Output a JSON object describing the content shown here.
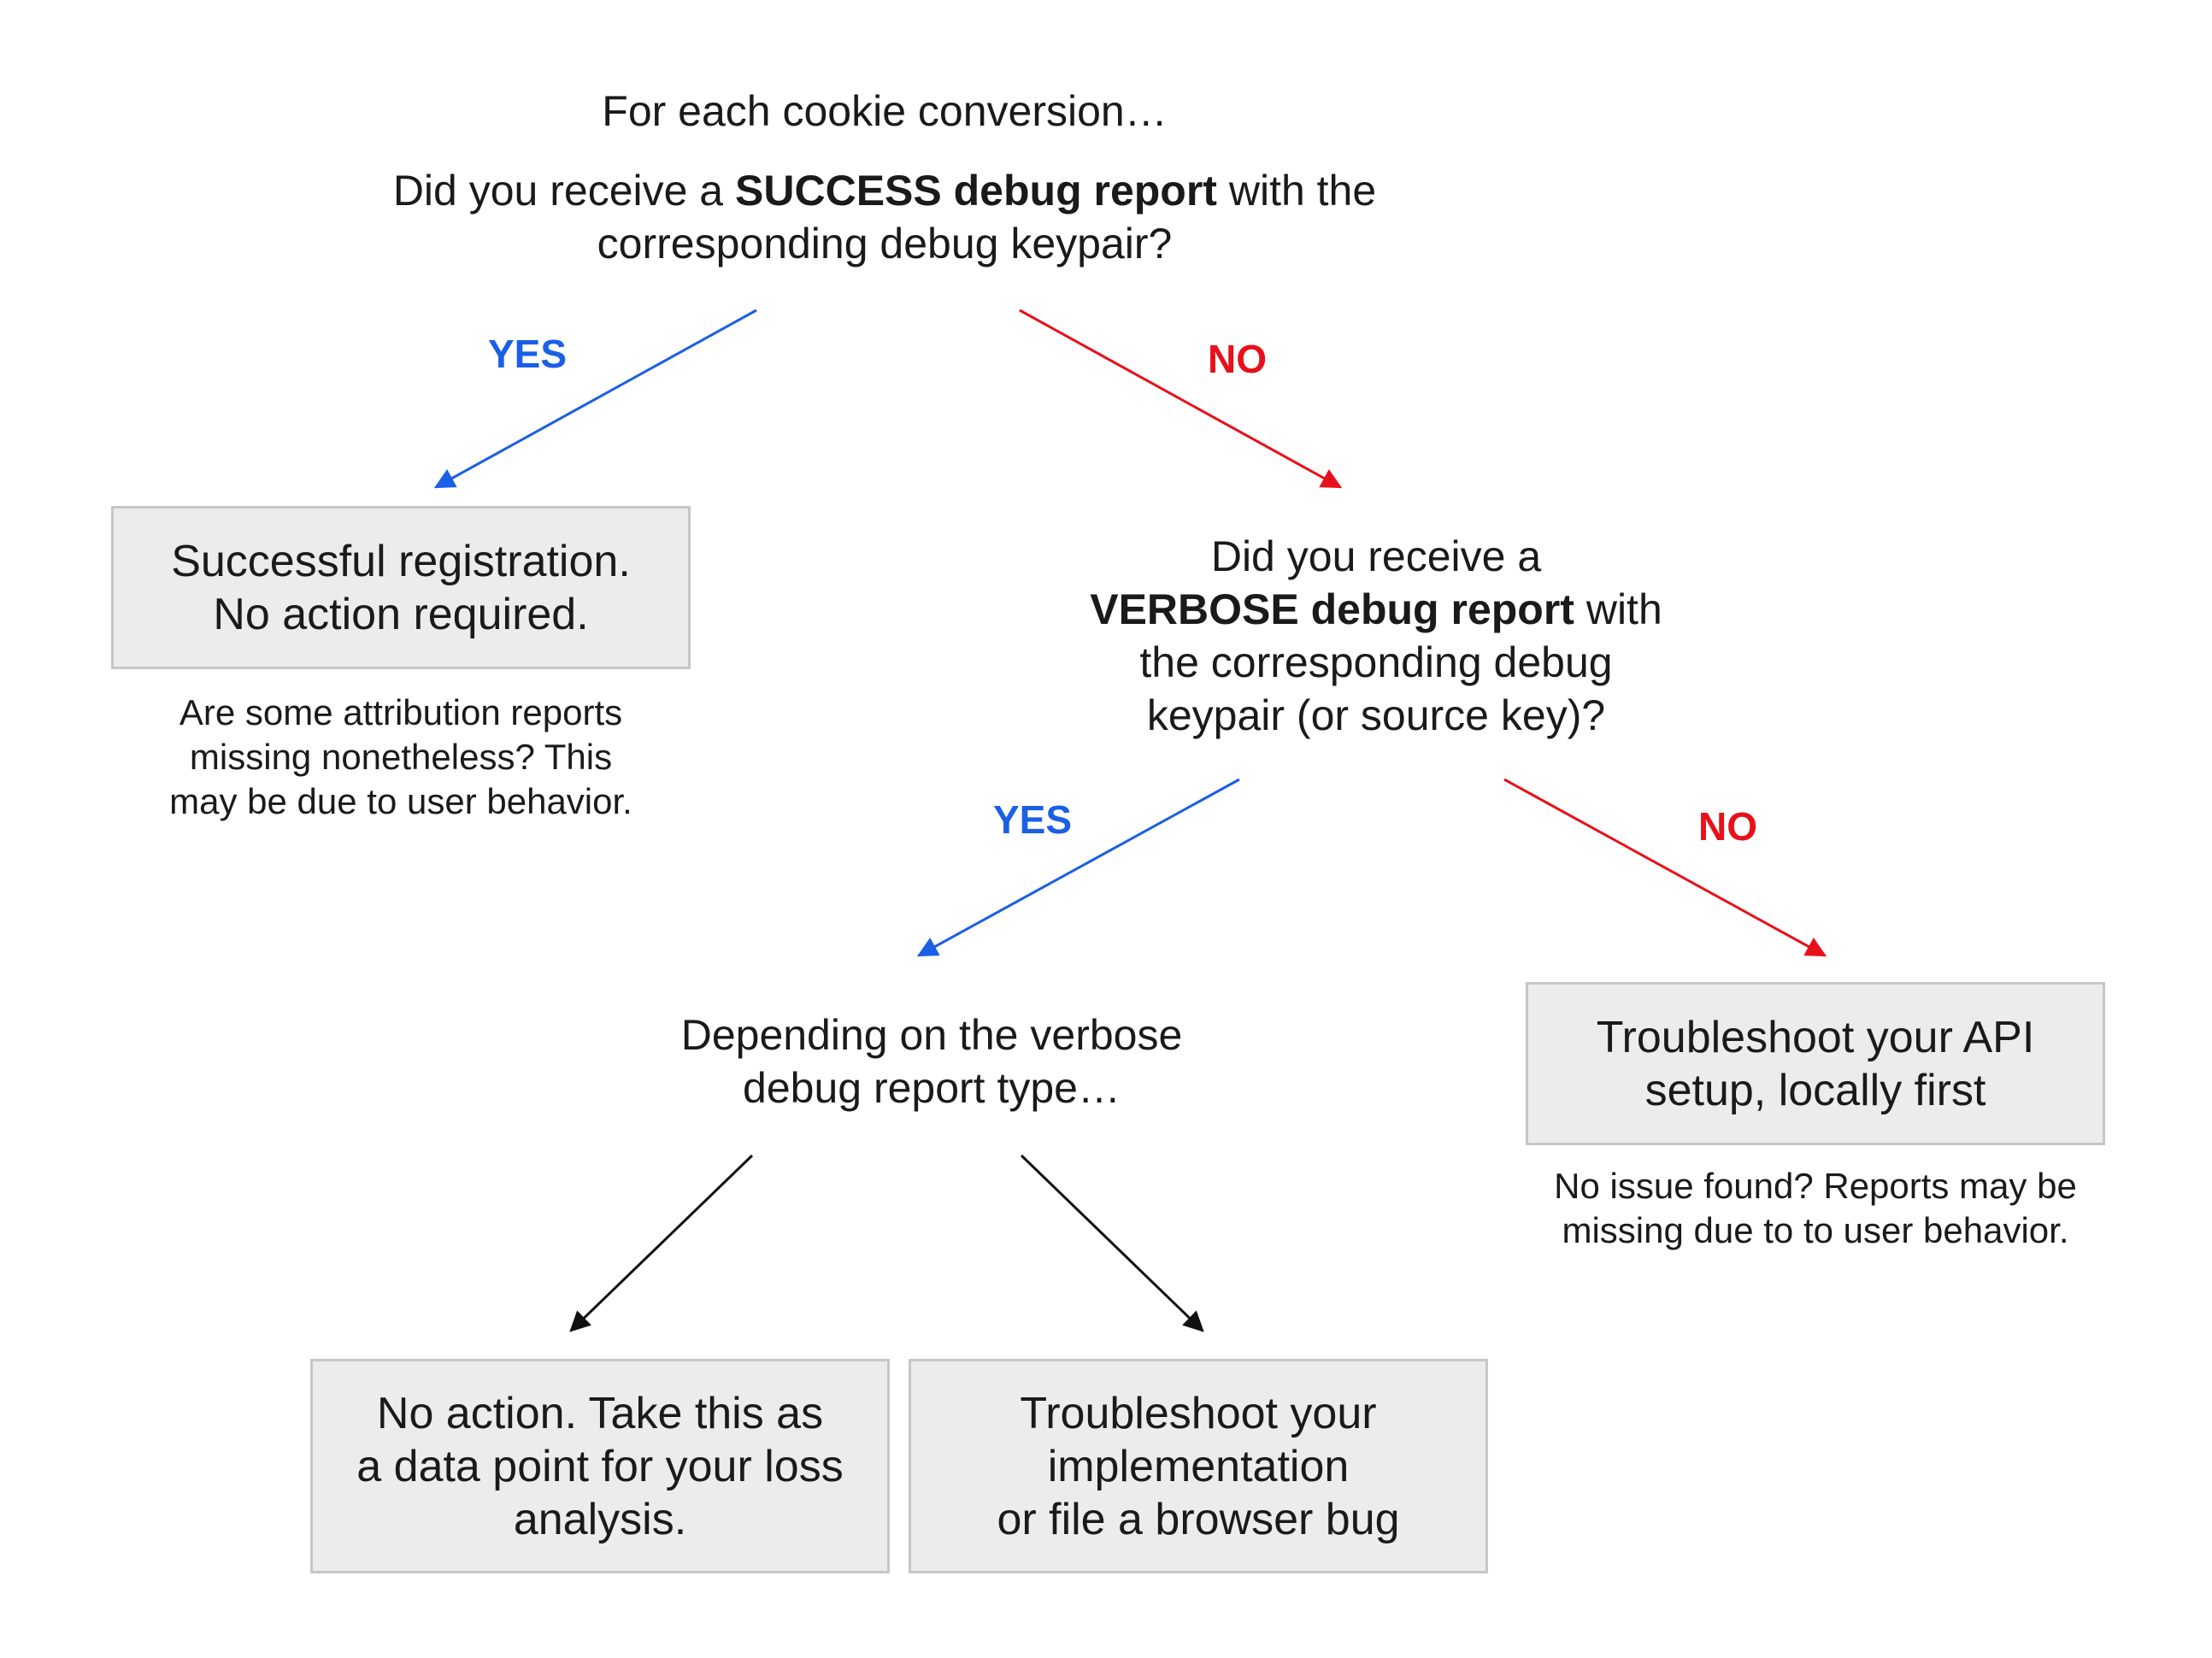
{
  "intro": "For each cookie conversion…",
  "question1": {
    "pre": "Did you receive a ",
    "bold": "SUCCESS debug report",
    "post": " with the",
    "line2": "corresponding debug keypair?"
  },
  "branch1": {
    "yes": "YES",
    "no": "NO"
  },
  "success_box": {
    "line1": "Successful registration.",
    "line2": "No action required."
  },
  "success_note": {
    "line1": "Are some attribution reports",
    "line2": "missing nonetheless? This",
    "line3": "may be due to user behavior."
  },
  "question2": {
    "line1": "Did you receive a",
    "bold": "VERBOSE debug report",
    "post": " with",
    "line3": "the corresponding debug",
    "line4": "keypair (or source key)?"
  },
  "branch2": {
    "yes": "YES",
    "no": "NO"
  },
  "verbose_type": {
    "line1": "Depending on the verbose",
    "line2": "debug report type…"
  },
  "api_box": {
    "line1": "Troubleshoot your API",
    "line2": "setup, locally first"
  },
  "api_note": {
    "line1": "No issue found? Reports may be",
    "line2": "missing due to to user behavior."
  },
  "no_action_box": {
    "line1": "No action. Take this as",
    "line2": "a data point for your loss",
    "line3": "analysis."
  },
  "impl_box": {
    "line1": "Troubleshoot your",
    "line2": "implementation",
    "line3": "or file a browser bug"
  },
  "colors": {
    "yes": "#1a5fe6",
    "no": "#e8101a",
    "neutral": "#111111",
    "box_fill": "#ececec",
    "box_border": "#c6c6c6"
  }
}
